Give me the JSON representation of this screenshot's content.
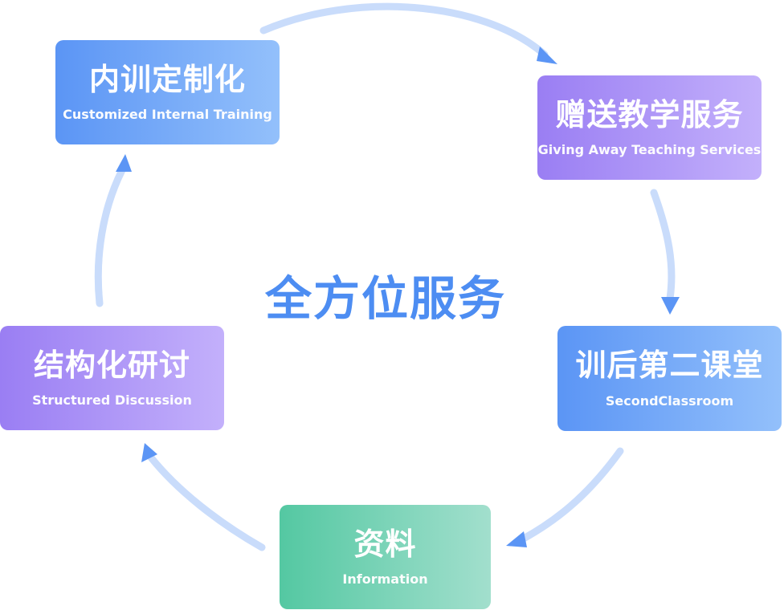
{
  "center": {
    "title": "全方位服务"
  },
  "nodes": [
    {
      "id": "top-left",
      "zh": "内训定制化",
      "en": "Customized Internal Training"
    },
    {
      "id": "top-right",
      "zh": "赠送教学服务",
      "en": "Giving Away Teaching Services"
    },
    {
      "id": "right",
      "zh": "训后第二课堂",
      "en": "SecondClassroom"
    },
    {
      "id": "bottom",
      "zh": "资料",
      "en": "Information"
    },
    {
      "id": "left",
      "zh": "结构化研讨",
      "en": "Structured Discussion"
    }
  ],
  "colors": {
    "title": "#4d8df2",
    "arc": "#c9dcfb",
    "arrow_head": "#5b95f5",
    "blue_gradient": [
      "#5b95f5",
      "#93c0fb"
    ],
    "purple_gradient": [
      "#9a7ef3",
      "#c3b0fb"
    ],
    "green_gradient": [
      "#54c8a2",
      "#a2dfcd"
    ]
  },
  "flow": {
    "direction": "clockwise",
    "order": [
      "top-left",
      "top-right",
      "right",
      "bottom",
      "left"
    ]
  }
}
